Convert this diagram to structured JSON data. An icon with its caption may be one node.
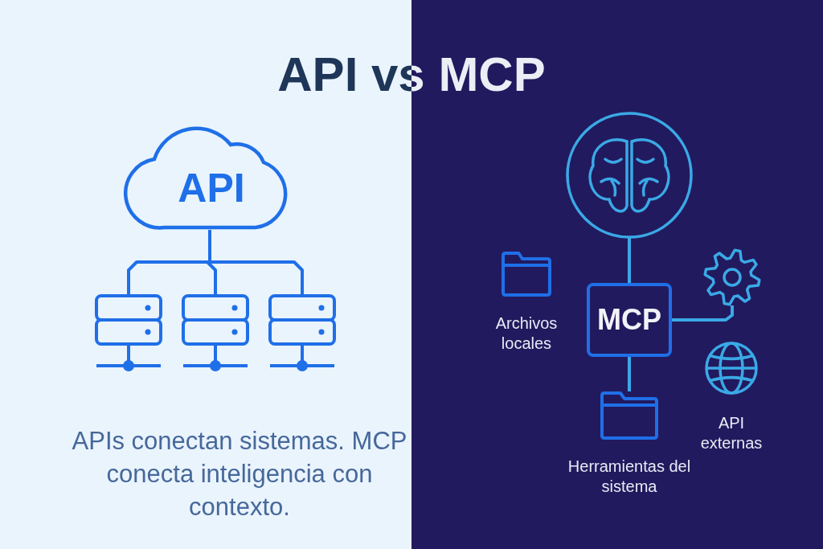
{
  "diagram": {
    "title": "API vs MCP",
    "caption": "APIs conectan sistemas. MCP conecta inteligencia con contexto.",
    "nodes": [
      {
        "text": [
          "API"
        ]
      },
      {
        "text": [],
        "shape": "server"
      },
      {
        "text": [],
        "shape": "server"
      },
      {
        "text": [],
        "shape": "server"
      },
      {
        "text": [],
        "shape": "circle"
      },
      {
        "text": [
          "MCP"
        ]
      },
      {
        "text": [
          "Archivos locales"
        ]
      },
      {
        "text": [],
        "shape": "gear"
      },
      {
        "text": [
          "Herramientas del sistema"
        ]
      },
      {
        "text": [
          "API externas"
        ]
      }
    ],
    "edges": [
      {
        "from": 0,
        "to": 1,
        "arrow": "none"
      },
      {
        "from": 0,
        "to": 2,
        "arrow": "none"
      },
      {
        "from": 0,
        "to": 3,
        "arrow": "none"
      },
      {
        "from": 4,
        "to": 5,
        "arrow": "none"
      },
      {
        "from": 5,
        "to": 7,
        "arrow": "none"
      },
      {
        "from": 5,
        "to": 8,
        "arrow": "none"
      }
    ]
  }
}
